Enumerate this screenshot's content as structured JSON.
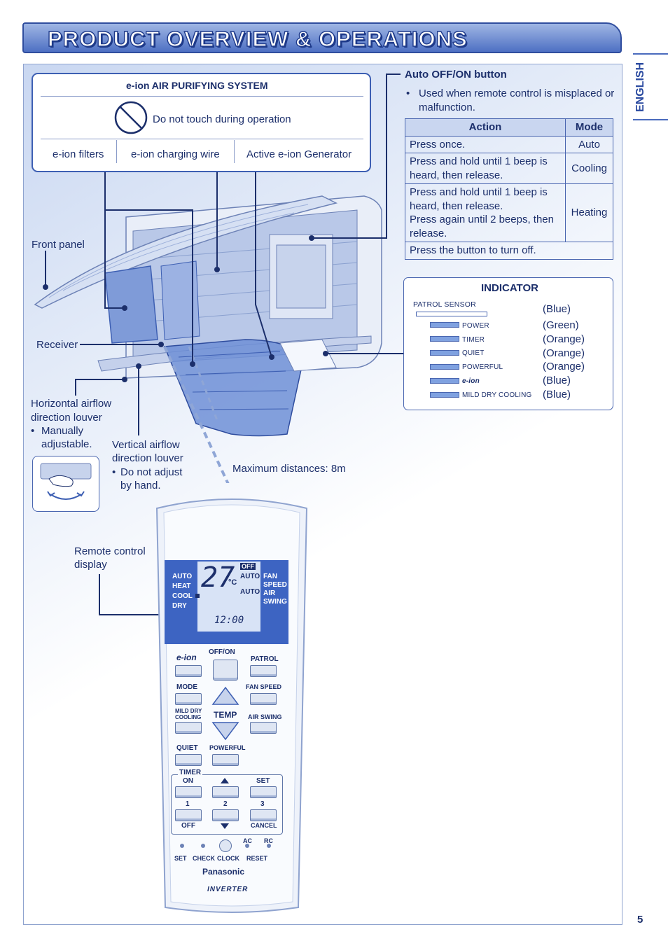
{
  "page_title": "PRODUCT OVERVIEW & OPERATIONS",
  "language_tab": "ENGLISH",
  "page_number": "5",
  "eion_box": {
    "title": "e-ion AIR PURIFYING SYSTEM",
    "warning": "Do not touch during operation",
    "parts": [
      "e-ion filters",
      "e-ion charging wire",
      "Active e-ion Generator"
    ]
  },
  "auto_button": {
    "title": "Auto OFF/ON button",
    "bullet_1": "Used when remote control is misplaced or",
    "bullet_2": "malfunction.",
    "table_headers": [
      "Action",
      "Mode"
    ],
    "rows": [
      {
        "action": [
          "Press once."
        ],
        "mode": "Auto"
      },
      {
        "action": [
          "Press and hold until 1 beep is",
          "heard, then release."
        ],
        "mode": "Cooling"
      },
      {
        "action": [
          "Press and hold until 1 beep is",
          "heard, then release.",
          "Press again until 2 beeps, then",
          "release."
        ],
        "mode": "Heating"
      },
      {
        "action": [
          "Press the button to turn off."
        ],
        "mode": ""
      }
    ]
  },
  "indicator": {
    "title": "INDICATOR",
    "patrol_label": "PATROL SENSOR",
    "items": [
      {
        "label": "",
        "color": "(Blue)"
      },
      {
        "label": "POWER",
        "color": "(Green)"
      },
      {
        "label": "TIMER",
        "color": "(Orange)"
      },
      {
        "label": "QUIET",
        "color": "(Orange)"
      },
      {
        "label": "POWERFUL",
        "color": "(Orange)"
      },
      {
        "label": "e-ion",
        "color": "(Blue)"
      },
      {
        "label": "MILD DRY COOLING",
        "color": "(Blue)"
      }
    ]
  },
  "labels": {
    "front_panel": "Front panel",
    "receiver": "Receiver",
    "horizontal_1": "Horizontal airflow",
    "horizontal_2": "direction louver",
    "horizontal_3": "Manually",
    "horizontal_4": "adjustable.",
    "vertical_1": "Vertical airflow",
    "vertical_2": "direction louver",
    "vertical_3": "Do not adjust",
    "vertical_4": "by hand.",
    "max_distance": "Maximum distances: 8m",
    "remote_display_1": "Remote control",
    "remote_display_2": "display"
  },
  "remote": {
    "lcd_left": [
      "AUTO",
      "HEAT",
      "COOL",
      "DRY"
    ],
    "lcd_temp": "27",
    "lcd_unit": "°C",
    "lcd_off": "OFF",
    "lcd_auto_1": "AUTO",
    "lcd_auto_2": "AUTO",
    "lcd_right": [
      "FAN",
      "SPEED",
      "AIR",
      "SWING"
    ],
    "lcd_clock": "12:00",
    "btn_eion": "e-ion",
    "btn_offon": "OFF/ON",
    "btn_patrol": "PATROL",
    "btn_mode": "MODE",
    "btn_fanspeed": "FAN SPEED",
    "btn_milddry_1": "MILD DRY",
    "btn_milddry_2": "COOLING",
    "btn_temp": "TEMP",
    "btn_airswing": "AIR SWING",
    "btn_quiet": "QUIET",
    "btn_powerful": "POWERFUL",
    "timer": "TIMER",
    "timer_on": "ON",
    "timer_set": "SET",
    "num_1": "1",
    "num_2": "2",
    "num_3": "3",
    "timer_off": "OFF",
    "timer_cancel": "CANCEL",
    "ac": "AC",
    "rc": "RC",
    "bottom_set": "SET",
    "bottom_check": "CHECK",
    "bottom_clock": "CLOCK",
    "bottom_reset": "RESET",
    "brand": "Panasonic",
    "inverter": "INVERTER"
  }
}
